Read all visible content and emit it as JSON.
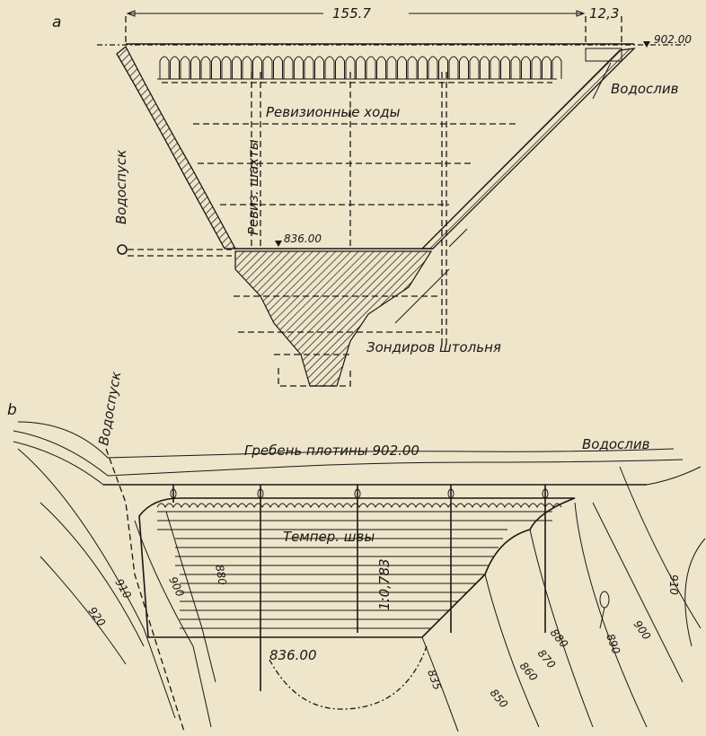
{
  "figure_a": {
    "label": "a",
    "dim_width": "155.7",
    "dim_spillway": "12,3",
    "crest_elevation": "902.00",
    "base_elevation": "836.00",
    "spillway": "Водослив",
    "outlet": "Водоспуск",
    "inspection_galleries": "Ревизионные ходы",
    "inspection_shafts": "Ревиз. шахты",
    "exploratory_adit": "Зондиров штольня"
  },
  "figure_b": {
    "label": "b",
    "outlet": "Водоспуск",
    "crest": "Гребень плотины 902.00",
    "spillway": "Водослив",
    "joints": "Темпер. швы",
    "slope": "1:0,783",
    "base_elevation": "836.00",
    "contours": [
      "880",
      "900",
      "910",
      "920",
      "835",
      "850",
      "860",
      "870",
      "880",
      "890",
      "900",
      "910"
    ]
  },
  "colors": {
    "paper": "#eee5cb",
    "ink": "#1a1714"
  }
}
